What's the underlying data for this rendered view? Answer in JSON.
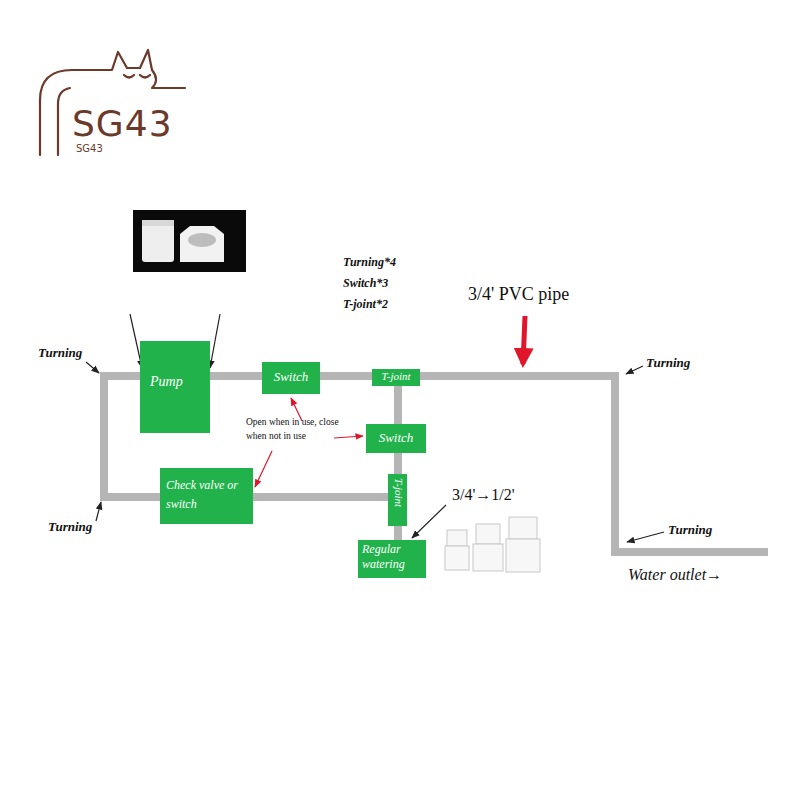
{
  "diagram": {
    "nodes": [
      {
        "text": [
          "Pump"
        ]
      },
      {
        "text": [
          "Switch"
        ]
      },
      {
        "text": [
          "T-joint"
        ]
      },
      {
        "text": [
          "Switch"
        ]
      },
      {
        "text": [
          "Check valve or switch"
        ]
      },
      {
        "text": [
          "T-joint"
        ]
      },
      {
        "text": [
          "Regular watering"
        ]
      }
    ],
    "edges": [
      {
        "from": 0,
        "to": 1,
        "arrow": "none"
      },
      {
        "from": 1,
        "to": 2,
        "arrow": "none"
      },
      {
        "from": 2,
        "to": 3,
        "arrow": "none"
      },
      {
        "from": 3,
        "to": 5,
        "arrow": "none"
      },
      {
        "from": 5,
        "to": 6,
        "arrow": "none"
      },
      {
        "from": 4,
        "to": 5,
        "arrow": "none"
      },
      {
        "from": 0,
        "to": 4,
        "arrow": "none"
      }
    ],
    "labels": [
      "SG43",
      "SG43",
      "Turning*4",
      "Switch*3",
      "T-joint*2",
      "3/4' PVC pipe",
      "Turning",
      "Open when in use, close when not in use",
      "Turning",
      "Turning",
      "3/4'→1/2'",
      "Turning",
      "Water outlet→"
    ]
  }
}
